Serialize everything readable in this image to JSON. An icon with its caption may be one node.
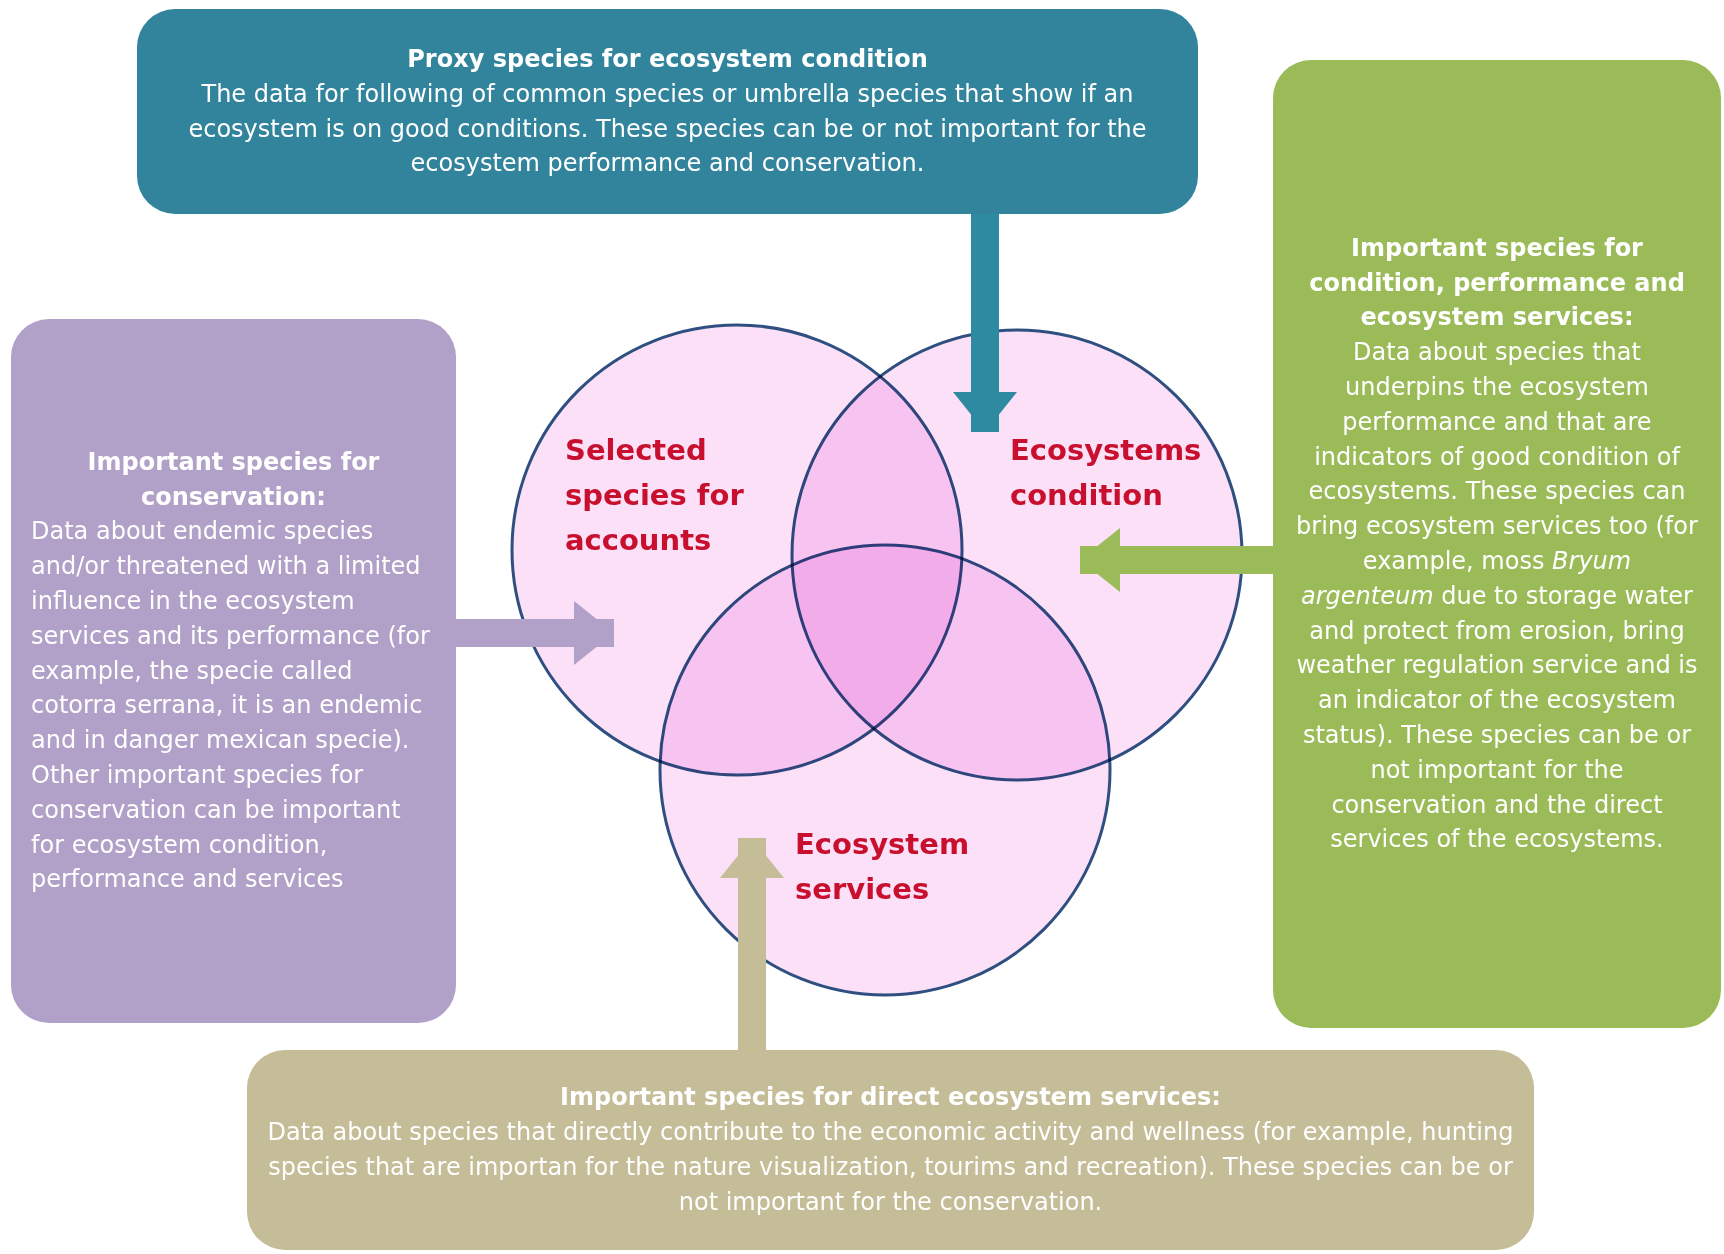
{
  "diagram": {
    "nodes": [
      {
        "text": [
          "Proxy species for ecosystem condition",
          "The data for following of common species or umbrella species that show if an ecosystem is on good conditions. These species can be or not important for the ecosystem performance and conservation."
        ]
      },
      {
        "text": [
          "Important species for condition, performance and ecosystem services:",
          "Data about species that underpins the ecosystem performance and that are indicators of good condition of ecosystems. These species can bring ecosystem services too (for example, moss *Bryum argenteum* due to storage water and protect from erosion, bring weather regulation service and is an indicator of the ecosystem status). These species can be or not important for the conservation and the direct services of the ecosystems."
        ]
      },
      {
        "text": [
          "Important species for conservation:",
          "Data about endemic species and/or threatened with a limited influence in the ecosystem services and its performance (for example, the specie called cotorra serrana, it is an endemic and in danger mexican specie). Other important species for conservation can be important for ecosystem condition, performance and services"
        ]
      },
      {
        "text": [
          "Selected species for accounts"
        ]
      },
      {
        "text": [
          "Ecosystems condition"
        ]
      },
      {
        "text": [
          "Ecosystem services"
        ]
      },
      {
        "text": [
          "Important species for direct ecosystem services:",
          "Data about species that directly contribute to the economic activity and wellness (for example, hunting species that are importan for the nature visualization, tourims and recreation). These species can be or not important for the conservation."
        ]
      }
    ],
    "edges": [
      {
        "from": 0,
        "to": 4,
        "arrow": "to",
        "color": "#2e8aa0"
      },
      {
        "from": 1,
        "to": 4,
        "arrow": "to",
        "color": "#9bbb59"
      },
      {
        "from": 2,
        "to": 3,
        "arrow": "to",
        "color": "#b1a0c7"
      },
      {
        "from": 6,
        "to": 5,
        "arrow": "to",
        "color": "#c4bd97"
      }
    ]
  }
}
